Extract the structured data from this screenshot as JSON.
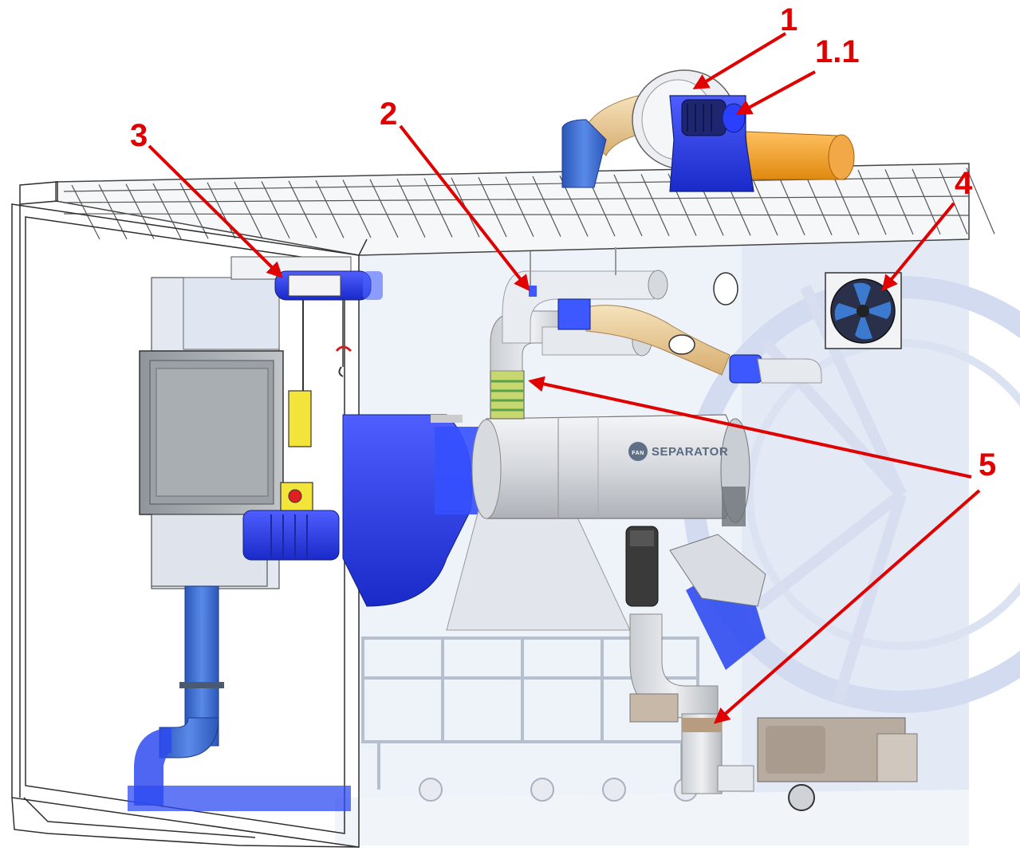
{
  "colors": {
    "accent_red": "#e00000",
    "machine_blue": "#2a3ff0",
    "pipe_blue": "#3a6fd8",
    "frame_light": "#dfe7f4",
    "pipe_tan": "#e8c890",
    "duct_orange": "#f0a030",
    "steel_grey": "#b8bcc2",
    "cabinet_grey": "#a6abb0",
    "yellow": "#f2e43a",
    "outline": "#333333"
  },
  "callouts": [
    {
      "id": "1",
      "label": "1"
    },
    {
      "id": "1.1",
      "label": "1.1"
    },
    {
      "id": "2",
      "label": "2"
    },
    {
      "id": "3",
      "label": "3"
    },
    {
      "id": "4",
      "label": "4"
    },
    {
      "id": "5",
      "label": "5"
    }
  ],
  "separator_brand": "SEPARATOR",
  "separator_logo_text": "FAN"
}
